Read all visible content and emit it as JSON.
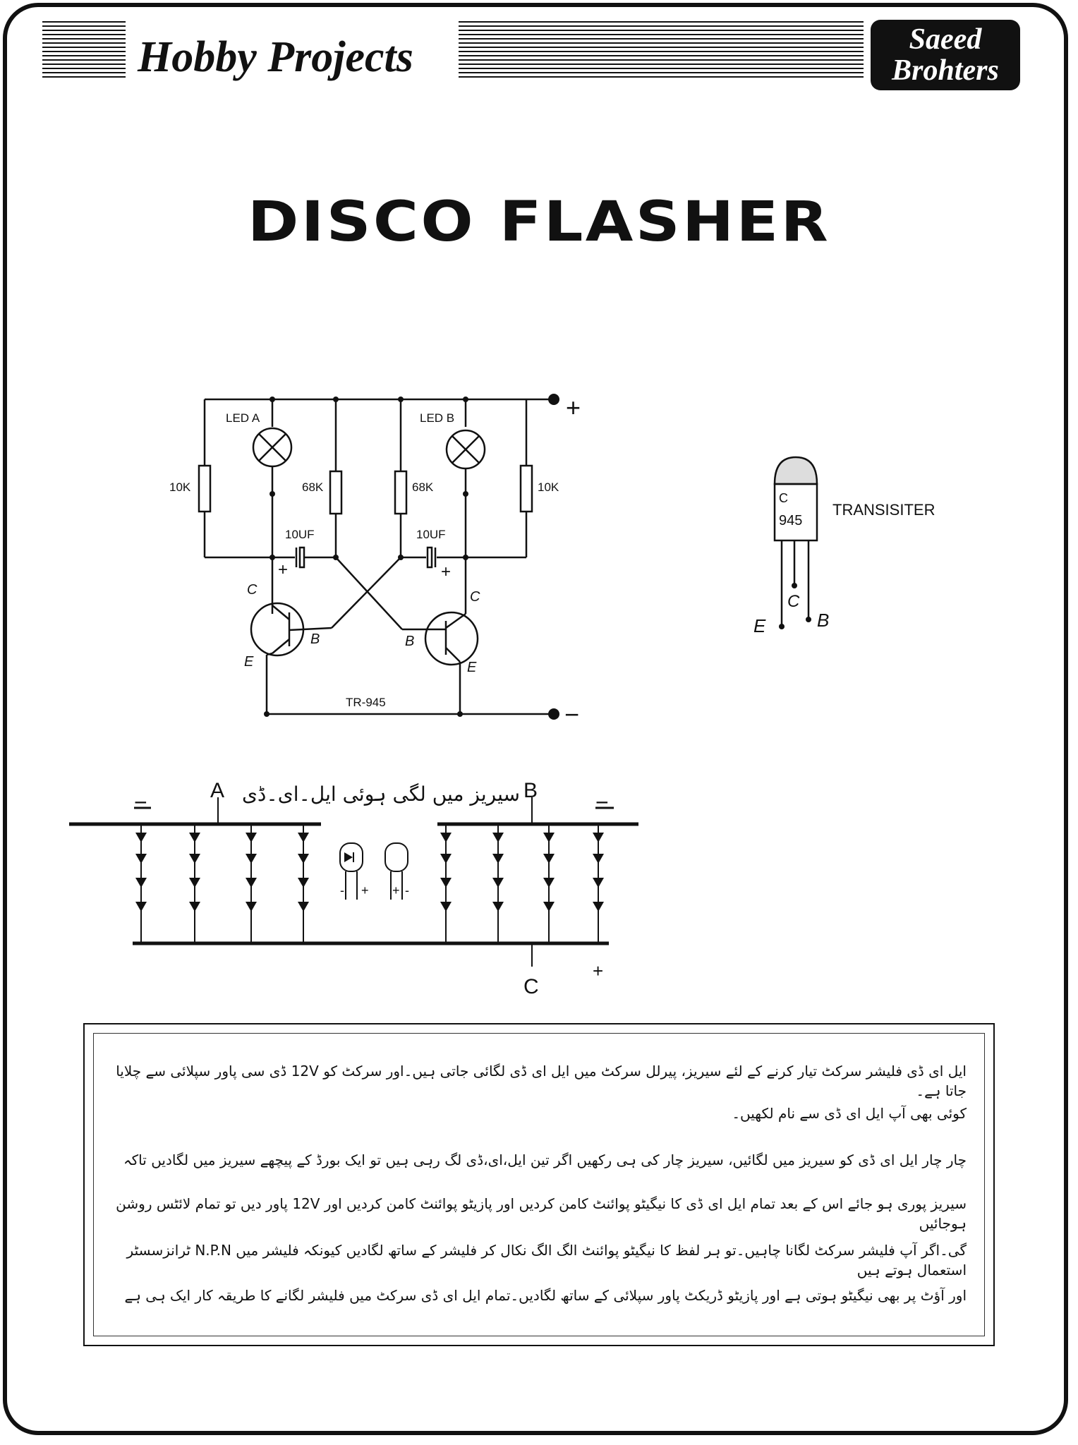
{
  "header": {
    "title": "Hobby Projects",
    "brand_line1": "Saeed",
    "brand_line2": "Brohters"
  },
  "page_title": "DISCO FLASHER",
  "circuit": {
    "plus": "+",
    "minus": "−",
    "led_a": "LED A",
    "led_b": "LED B",
    "r_left": "10K",
    "r_mid_left": "68K",
    "r_mid_right": "68K",
    "r_right": "10K",
    "cap_left": "10UF",
    "cap_right": "10UF",
    "cap_plus": "+",
    "c": "C",
    "b": "B",
    "e": "E",
    "transistor_label": "TR-945"
  },
  "transistor": {
    "code_top": "C",
    "code_bottom": "945",
    "label": "TRANSISITER",
    "pin_e": "E",
    "pin_c": "C",
    "pin_b": "B"
  },
  "led_array": {
    "label_a": "A",
    "label_b": "B",
    "label_c": "C",
    "caption_urdu": "سیریز میں لگی ہوئی ایل۔ای۔ڈی",
    "minus": "−",
    "plus": "+",
    "pin_minus": "-",
    "pin_plus": "+"
  },
  "notes": [
    "ایل ای ڈی فلیشر سرکٹ تیار کرنے کے لئے سیریز، پیرلل سرکٹ میں ایل ای ڈی لگائی جاتی ہیں۔اور سرکٹ کو 12V ڈی سی پاور سپلائی سے چلایا جاتا ہے۔",
    "کوئی بھی آپ ایل ای ڈی سے نام لکھیں۔",
    "چار چار ایل ای ڈی کو سیریز میں لگائیں، سیریز چار کی ہی رکھیں اگر تین ایل،ای،ڈی لگ رہی ہیں تو ایک بورڈ کے پیچھے سیریز میں لگادیں تاکہ",
    "سیریز پوری ہو جائے اس کے بعد تمام ایل ای ڈی کا نیگیٹو پوائنٹ کامن کردیں اور پازیٹو پوائنٹ کامن کردیں اور 12V پاور دیں تو تمام لائٹس روشن ہوجائیں",
    "گی۔اگر آپ فلیشر سرکٹ لگانا چاہیں۔تو ہر لفظ کا نیگیٹو پوائنٹ الگ الگ نکال کر فلیشر کے ساتھ لگادیں کیونکہ فلیشر میں N.P.N ٹرانزسسٹر استعمال ہوتے ہیں",
    "اور آؤٹ پر بھی نیگیٹو ہوتی ہے اور پازیٹو ڈریکٹ پاور سپلائی کے ساتھ لگادیں۔تمام ایل ای ڈی سرکٹ میں فلیشر لگانے کا طریقہ کار ایک ہی ہے"
  ]
}
